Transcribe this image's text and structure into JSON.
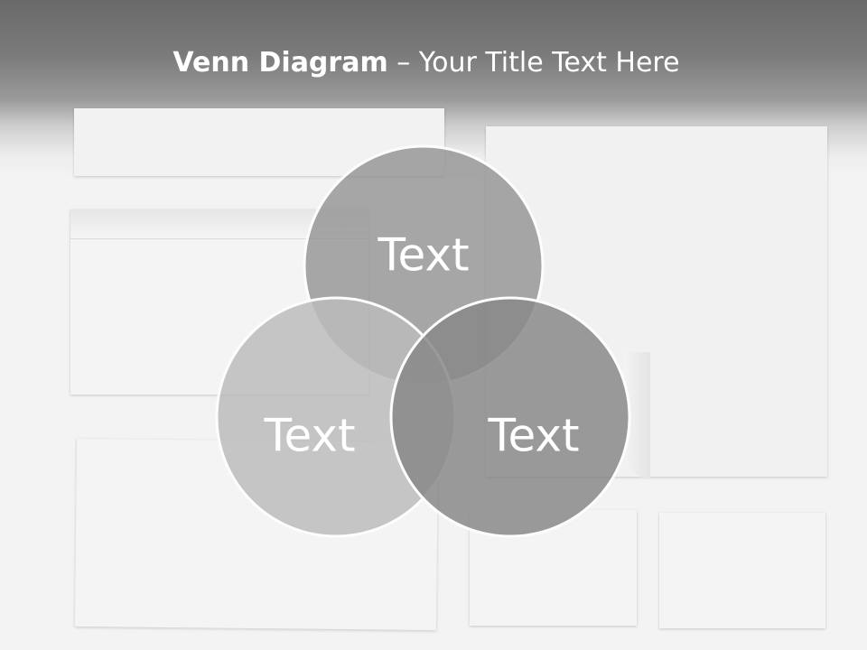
{
  "title": {
    "bold": "Venn Diagram",
    "rest": " – Your Title Text Here"
  },
  "venn": {
    "circles": [
      {
        "label": "Text",
        "fill": "#8e8e8e"
      },
      {
        "label": "Text",
        "fill": "#b6b6b6"
      },
      {
        "label": "Text",
        "fill": "#7e7e7e"
      }
    ],
    "outline_color": "#ffffff"
  }
}
